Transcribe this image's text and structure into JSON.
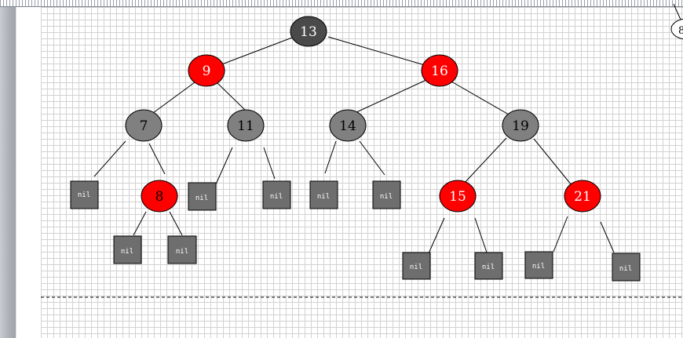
{
  "colors": {
    "black_node": "#4a4a4a",
    "red_node": "#ff0000",
    "gray_node": "#808080",
    "nil_fill": "#6e6e6e",
    "edge": "#000000"
  },
  "tree": {
    "nodes": [
      {
        "id": "n13",
        "label": "13",
        "color": "black"
      },
      {
        "id": "n9",
        "label": "9",
        "color": "red"
      },
      {
        "id": "n16",
        "label": "16",
        "color": "red"
      },
      {
        "id": "n7",
        "label": "7",
        "color": "gray"
      },
      {
        "id": "n11",
        "label": "11",
        "color": "gray"
      },
      {
        "id": "n14",
        "label": "14",
        "color": "gray"
      },
      {
        "id": "n19",
        "label": "19",
        "color": "gray"
      },
      {
        "id": "n8",
        "label": "8",
        "color": "red"
      },
      {
        "id": "n15",
        "label": "15",
        "color": "red"
      },
      {
        "id": "n21",
        "label": "21",
        "color": "red"
      }
    ],
    "nil_label": "nil"
  },
  "partial_node_label": "8"
}
